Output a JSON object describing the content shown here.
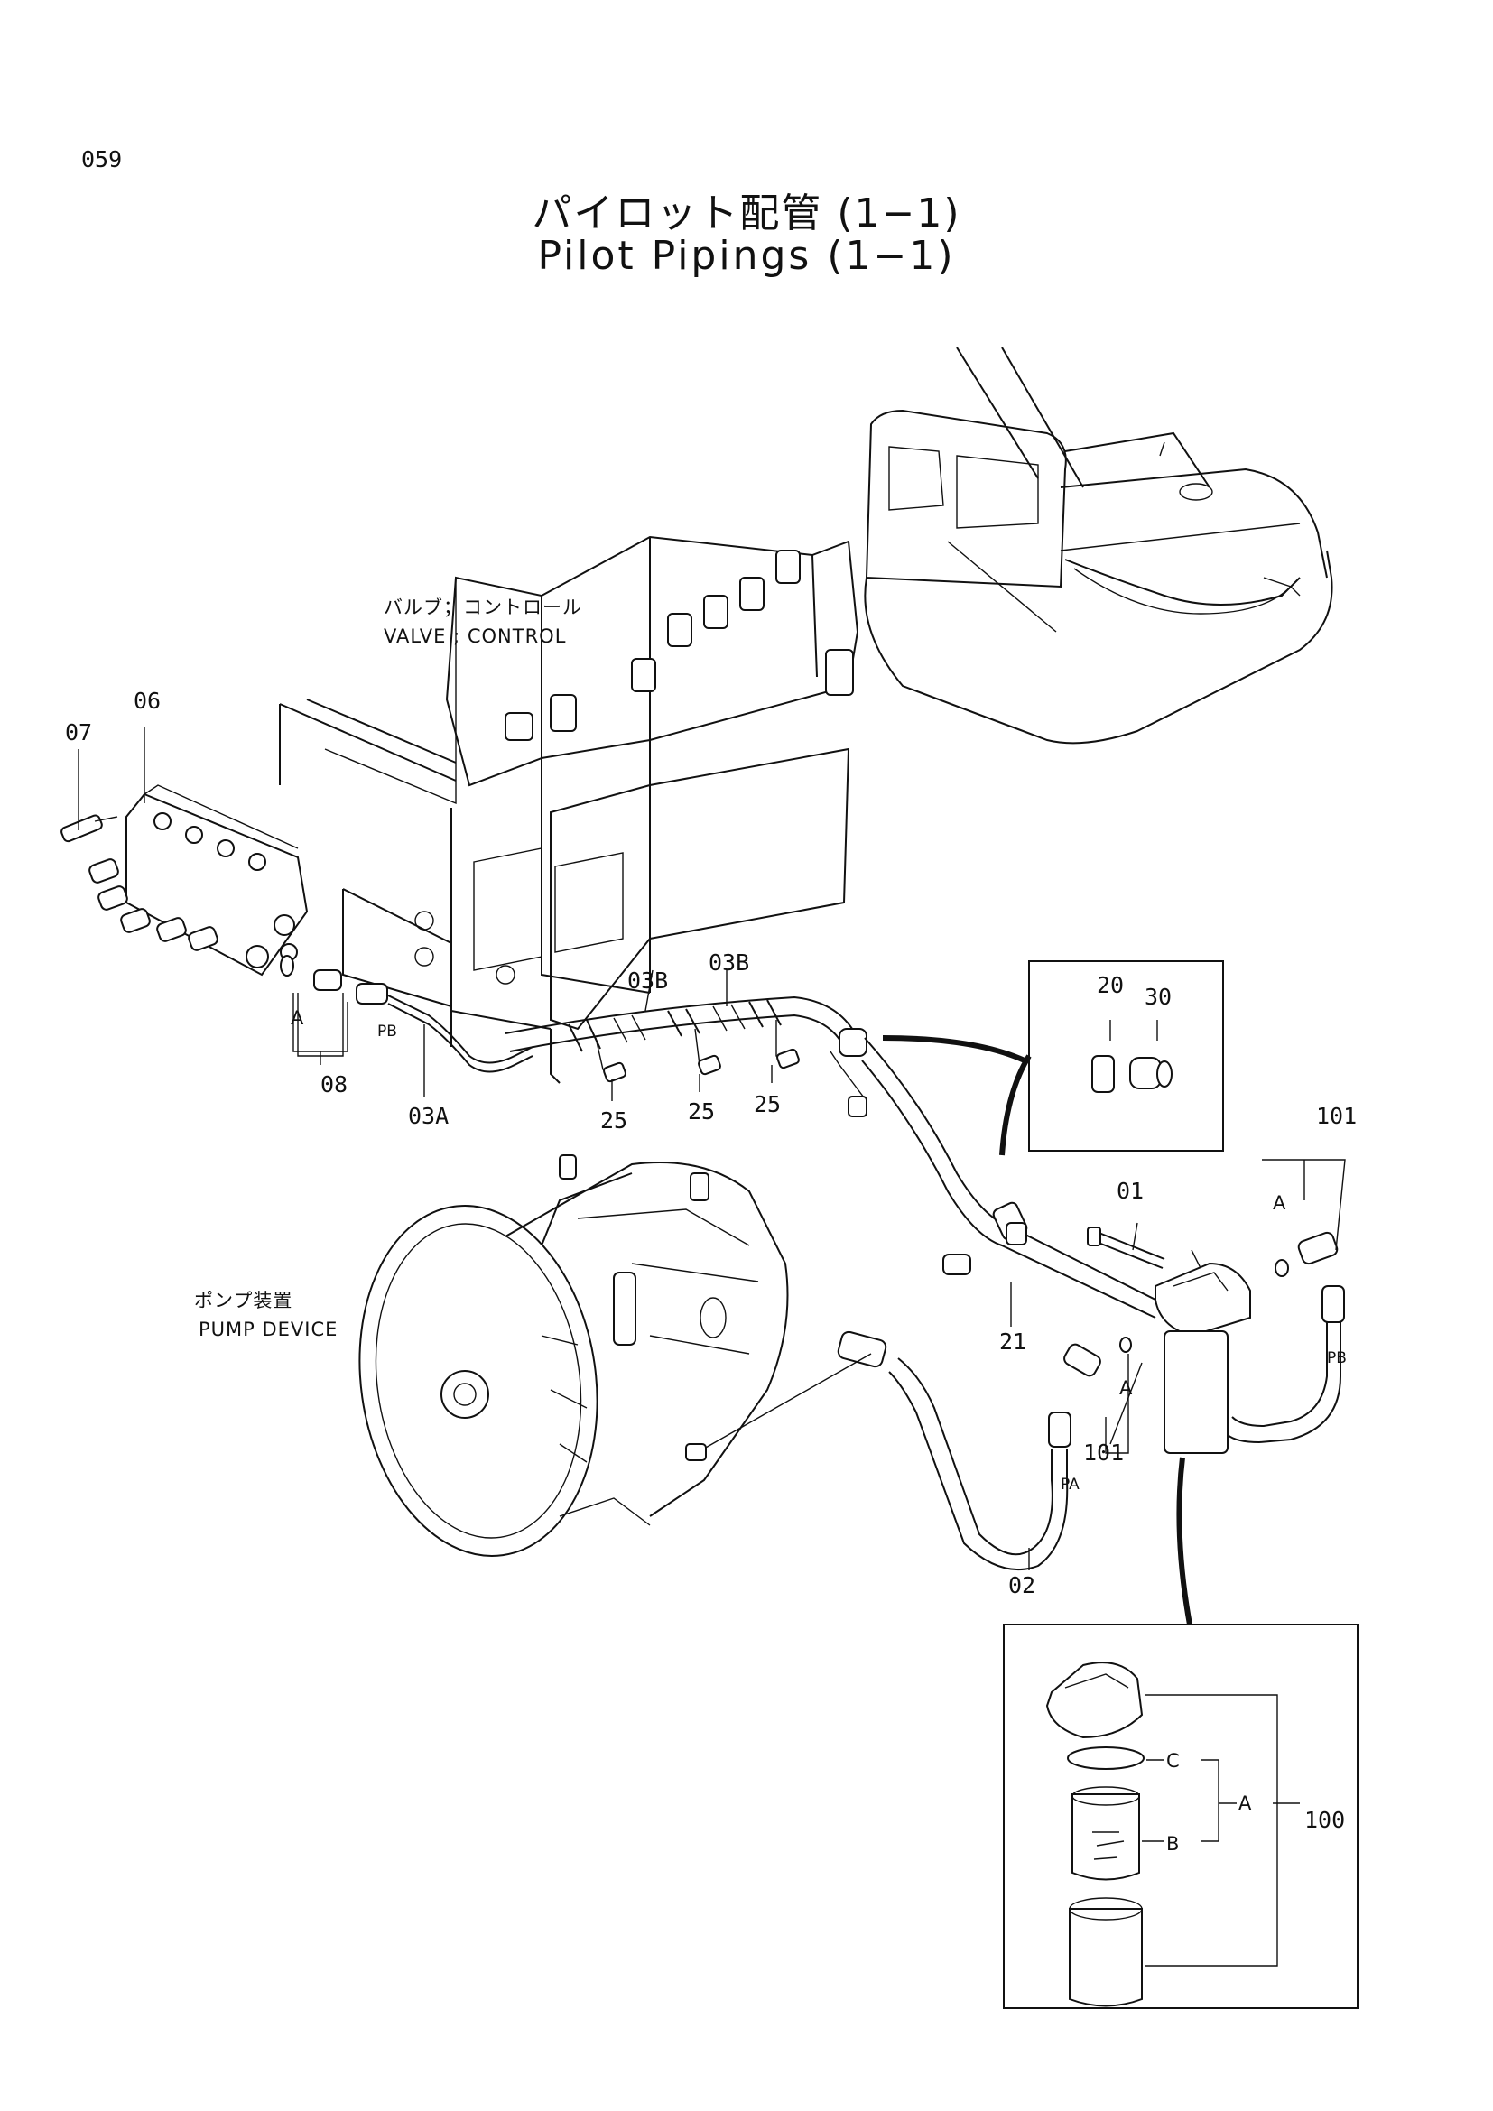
{
  "page_number": "059",
  "title_jp": "パイロット配管 (1−1)",
  "title_en": "Pilot Pipings (1−1)",
  "callouts": {
    "valve_jp": "バルブ；コントロール",
    "valve_en": "VALVE ; CONTROL",
    "pump_jp": "ポンプ装置",
    "pump_en": "PUMP DEVICE"
  },
  "part_numbers": {
    "p01": "01",
    "p02": "02",
    "p03a": "03A",
    "p03b_1": "03B",
    "p03b_2": "03B",
    "p06": "06",
    "p07": "07",
    "p08": "08",
    "p20": "20",
    "p21": "21",
    "p25_1": "25",
    "p25_2": "25",
    "p25_3": "25",
    "p30": "30",
    "p100": "100",
    "p101_1": "101",
    "p101_2": "101"
  },
  "port_labels": {
    "pb_1": "PB",
    "pb_2": "PB",
    "pa": "PA",
    "a_1": "A",
    "a_2": "A",
    "a_3": "A",
    "a_4": "A",
    "b": "B",
    "c": "C"
  },
  "colors": {
    "ink": "#111111",
    "paper": "#ffffff"
  }
}
